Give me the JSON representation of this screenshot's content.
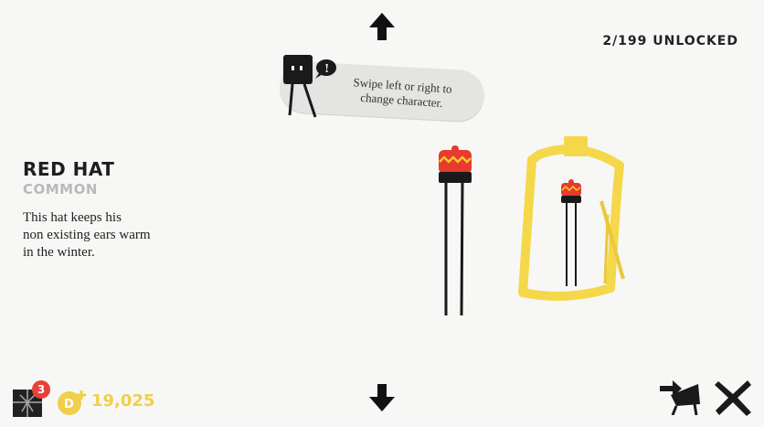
{
  "header": {
    "unlocked_text": "2/199 UNLOCKED"
  },
  "hint": {
    "text": "Swipe left or right to change character."
  },
  "item": {
    "name": "RED HAT",
    "rarity": "COMMON",
    "description": "This hat keeps his\nnon existing ears warm\nin the winter."
  },
  "footer": {
    "gift_badge_count": "3",
    "coin_count": "19,025",
    "coin_letter": "D"
  },
  "colors": {
    "hat_red": "#e63b2e",
    "hat_zigzag": "#f5c631",
    "mirror_gold": "#f5d84a",
    "coin_gold": "#f0cf4a",
    "badge_red": "#e8403a"
  },
  "icons": [
    "arrow-up-icon",
    "arrow-down-icon",
    "gift-icon",
    "coin-icon",
    "change-character-icon",
    "close-icon"
  ]
}
